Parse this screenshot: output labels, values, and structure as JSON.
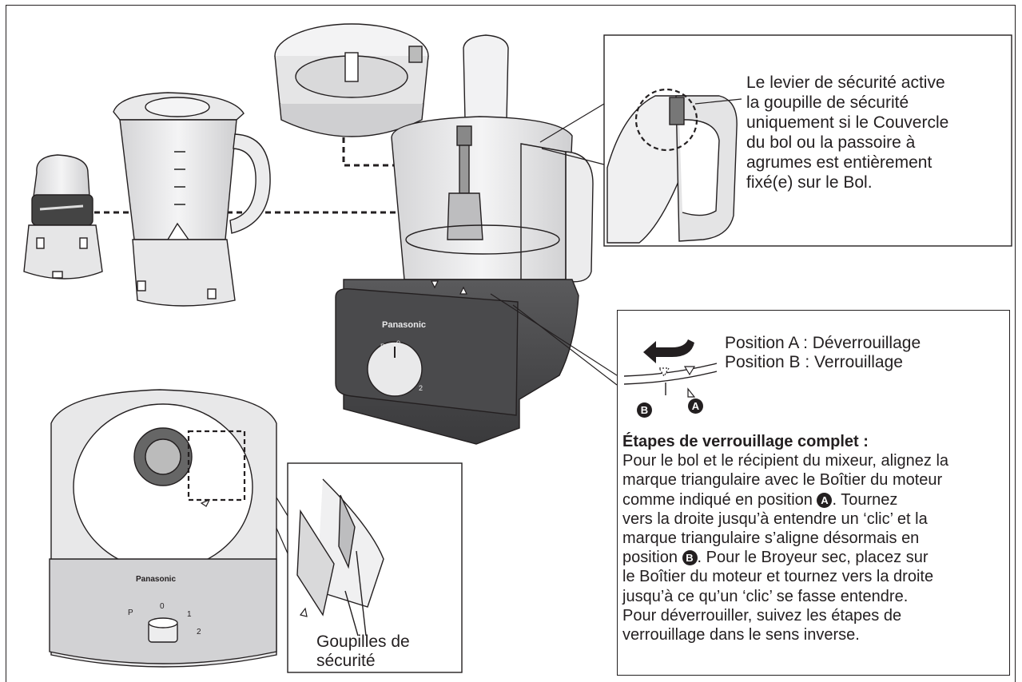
{
  "brand": "Panasonic",
  "callout_lever": {
    "lines": [
      "Le levier de sécurité active",
      "la goupille de sécurité",
      "uniquement si le Couvercle",
      "du bol ou la passoire à",
      "agrumes est entièrement",
      "fixé(e) sur le Bol."
    ]
  },
  "callout_positions": {
    "position_a": "Position A : Déverrouillage",
    "position_b": "Position B : Verrouillage",
    "marker_a": "A",
    "marker_b": "B"
  },
  "lock_steps": {
    "title": "Étapes de verrouillage complet :",
    "line1": "Pour le bol et le récipient du mixeur, alignez la",
    "line2": "marque triangulaire avec le Boîtier du moteur",
    "line3_before": "comme indiqué en position",
    "line3_marker": "A",
    "line3_after": ". Tournez",
    "line4": "vers la droite jusqu’à entendre un ‘clic’ et la",
    "line5": "marque triangulaire s’aligne désormais en",
    "line6_before": "position",
    "line6_marker": "B",
    "line6_after": ". Pour le Broyeur sec, placez sur",
    "line7": "le Boîtier du moteur et tournez vers la droite",
    "line8": "jusqu’à ce qu’un ‘clic’ se fasse entendre.",
    "line9": "Pour déverrouiller, suivez les étapes de",
    "line10": "verrouillage dans le sens inverse."
  },
  "pins_label": {
    "line1": "Goupilles de",
    "line2": "sécurité"
  },
  "dial": {
    "p": "P",
    "zero": "0",
    "one": "1",
    "two": "2"
  }
}
